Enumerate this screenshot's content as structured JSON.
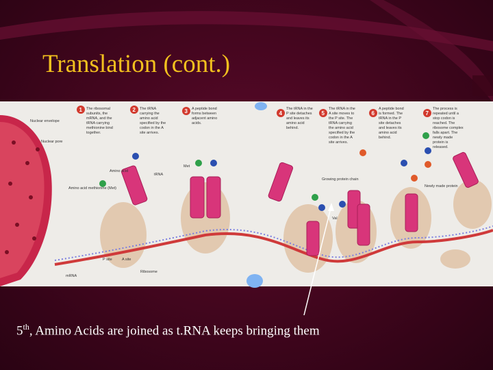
{
  "slide": {
    "title": "Translation (cont.)",
    "caption_prefix": "5",
    "caption_sup": "th",
    "caption_rest": ", Amino Acids are joined as t.RNA keeps bringing them"
  },
  "figure": {
    "labels": {
      "nuclear_envelope": "Nuclear envelope",
      "nuclear_pore": "Nuclear pore",
      "amino_acid": "Amino acid",
      "trna": "tRNA",
      "amino_acid_methionine": "Amino acid methionine (Met)",
      "met": "Met",
      "growing_chain": "Growing protein chain",
      "val": "Val",
      "newly_made_protein": "Newly made protein",
      "ribosome": "Ribosome",
      "mrna": "mRNA",
      "p_site": "P site",
      "a_site": "A site"
    },
    "steps": [
      {
        "num": "1",
        "text": "The ribosomal subunits, the mRNA, and the tRNA carrying methionine bind together."
      },
      {
        "num": "2",
        "text": "The tRNA carrying the amino acid specified by the codon in the A site arrives."
      },
      {
        "num": "3",
        "text": "A peptide bond forms between adjacent amino acids."
      },
      {
        "num": "4",
        "text": "The tRNA in the P site detaches and leaves its amino acid behind."
      },
      {
        "num": "5",
        "text": "The tRNA in the A site moves to the P site. The tRNA carrying the amino acid specified by the codon in the A site arrives."
      },
      {
        "num": "6",
        "text": "A peptide bond is formed. The tRNA in the P site detaches and leaves its amino acid behind."
      },
      {
        "num": "7",
        "text": "The process is repeated until a stop codon is reached. The ribosome complex falls apart. The newly made protein is released."
      }
    ]
  },
  "colors": {
    "title": "#f2c01e",
    "caption": "#ffffff",
    "background": "#45061f",
    "figure_bg": "#eeece8",
    "trna": "#d8357a",
    "ribosome": "#e2c9b0",
    "mrna": "#cf3a3a",
    "step_badge": "#d23a2e"
  }
}
